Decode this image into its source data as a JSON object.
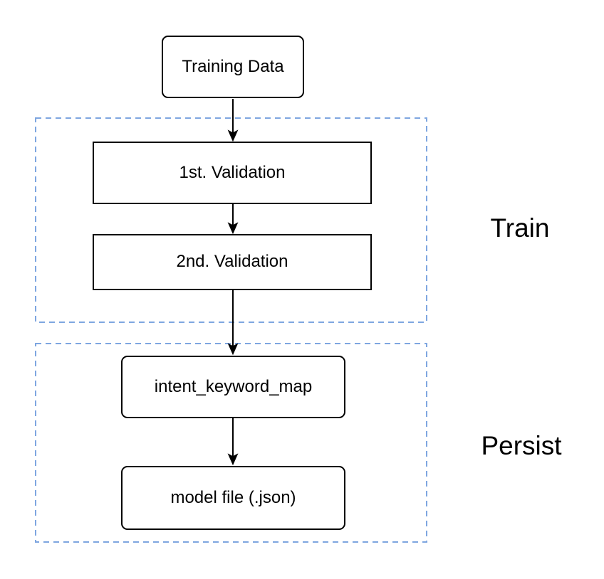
{
  "diagram": {
    "type": "flowchart",
    "nodes": {
      "training_data": {
        "label": "Training Data",
        "shape": "rounded-rectangle"
      },
      "first_validation": {
        "label": "1st. Validation",
        "shape": "rectangle"
      },
      "second_validation": {
        "label": "2nd. Validation",
        "shape": "rectangle"
      },
      "intent_keyword_map": {
        "label": "intent_keyword_map",
        "shape": "rounded-rectangle"
      },
      "model_file": {
        "label": "model file (.json)",
        "shape": "rounded-rectangle"
      }
    },
    "groups": {
      "train": {
        "label": "Train",
        "contains": [
          "first_validation",
          "second_validation"
        ]
      },
      "persist": {
        "label": "Persist",
        "contains": [
          "intent_keyword_map",
          "model_file"
        ]
      }
    },
    "edges": [
      {
        "from": "training_data",
        "to": "first_validation"
      },
      {
        "from": "first_validation",
        "to": "second_validation"
      },
      {
        "from": "second_validation",
        "to": "intent_keyword_map"
      },
      {
        "from": "intent_keyword_map",
        "to": "model_file"
      }
    ],
    "colors": {
      "node_border": "#000000",
      "node_fill": "#ffffff",
      "group_border": "#7EA6E0",
      "text": "#000000",
      "background": "#ffffff"
    }
  }
}
